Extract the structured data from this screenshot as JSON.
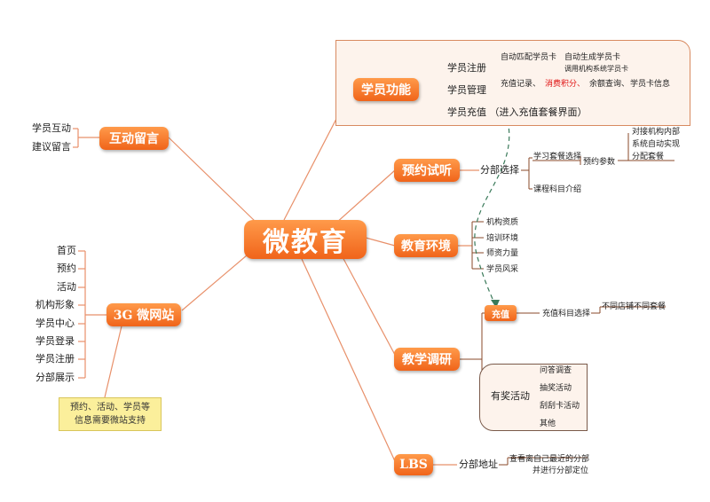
{
  "center": "微教育",
  "branches": {
    "hudong": "互动留言",
    "web3g": "3G 微网站",
    "xueyuan": "学员功能",
    "yuyue": "预约试听",
    "huanjing": "教育环境",
    "diaoyan": "教学调研",
    "lbs": "LBS"
  },
  "hudong_items": [
    "学员互动",
    "建议留言"
  ],
  "web3g_items": [
    "首页",
    "预约",
    "活动",
    "机构形象",
    "学员中心",
    "学员登录",
    "学员注册",
    "分部展示"
  ],
  "web3g_note": [
    "预约、活动、学员等",
    "信息需要微站支持"
  ],
  "xueyuan": {
    "register": "学员注册",
    "register_sub": "自动匹配学员卡",
    "register_sub2a": "自动生成学员卡",
    "register_sub2b": "调用机构系统学员卡",
    "manage": "学员管理",
    "manage_items": [
      "充值记录、",
      "消费积分、",
      "余额查询、",
      "学员卡信息"
    ],
    "recharge": "学员充值 （进入充值套餐界面）"
  },
  "yuyue": {
    "fenbu": "分部选择",
    "taocan": "学习套餐选择",
    "params": "预约参数",
    "auto": [
      "对接机构内部",
      "系统自动实现",
      "分配套餐"
    ],
    "course": "课程科目介绍"
  },
  "huanjing_items": [
    "机构资质",
    "培训环境",
    "师资力量",
    "学员风采"
  ],
  "diaoyan": {
    "chongzhi": "充值",
    "subject": "充值科目选择",
    "store": "不同店铺不同套餐",
    "reward": "有奖活动",
    "reward_items": [
      "问答调查",
      "抽奖活动",
      "刮刮卡活动",
      "其他"
    ]
  },
  "lbs": {
    "fenbu": "分部地址",
    "desc": [
      "查看离自己最近的分部",
      "并进行分部定位"
    ]
  },
  "colors": {
    "accent": "#f0641a",
    "line": "#e8906a",
    "dark_line": "#8a4a2a",
    "dashed": "#3a7a5a"
  }
}
